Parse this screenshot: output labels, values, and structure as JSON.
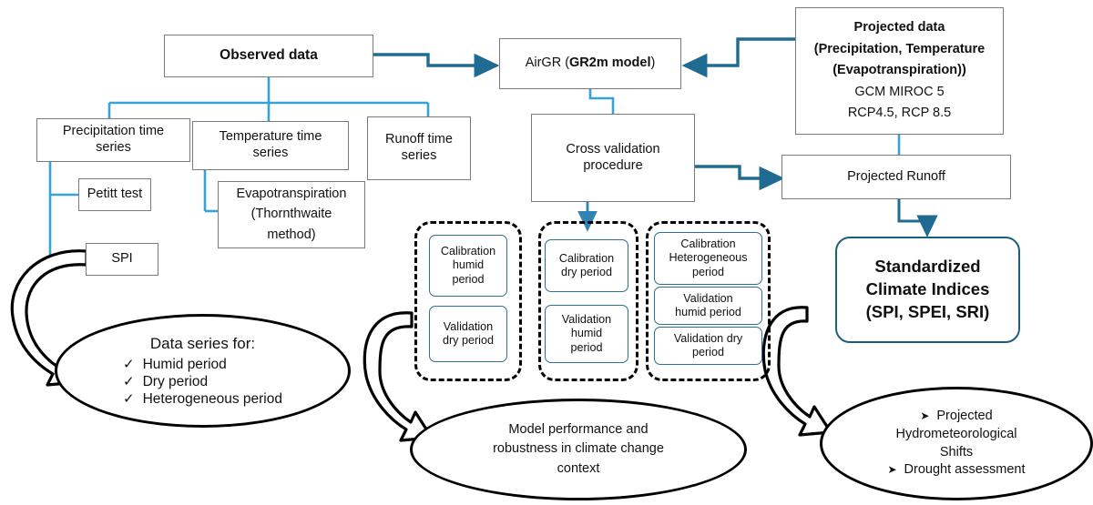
{
  "diagram": {
    "title": "Hydrological modelling and climate change drought assessment flowchart",
    "colors": {
      "light_blue_connector": "#35a2d8",
      "dark_blue_arrow": "#1f6b91",
      "box_border_gray": "#7b7b7b",
      "box_border_blue": "#2b6f91",
      "ellipse_border": "#000000"
    }
  },
  "nodes": {
    "observed_data": {
      "label": "Observed data"
    },
    "airgr": {
      "prefix": "AirGR (",
      "bold": "GR2m model",
      "suffix": ")"
    },
    "projected_data": {
      "line1": "Projected data",
      "line2": "(Precipitation, Temperature",
      "line3": "(Evapotranspiration))",
      "line4": "GCM MIROC 5",
      "line5": "RCP4.5, RCP 8.5"
    },
    "precipitation_series": {
      "line1": "Precipitation time",
      "line2": "series"
    },
    "temperature_series": {
      "line1": "Temperature time",
      "line2": "series"
    },
    "runoff_series": {
      "line1": "Runoff time",
      "line2": "series"
    },
    "petitt_test": {
      "label": "Petitt test"
    },
    "spi": {
      "label": "SPI"
    },
    "evapotranspiration": {
      "line1": "Evapotranspiration",
      "line2": "(Thornthwaite",
      "line3": "method)"
    },
    "cross_validation": {
      "line1": "Cross validation",
      "line2": "procedure"
    },
    "projected_runoff": {
      "label": "Projected Runoff"
    },
    "standardized_indices": {
      "line1": "Standardized",
      "line2": "Climate Indices",
      "line3": "(SPI, SPEI, SRI)"
    }
  },
  "groups": [
    {
      "name": "humid-group",
      "items": [
        {
          "line1": "Calibration",
          "line2": "humid",
          "line3": "period"
        },
        {
          "line1": "Validation",
          "line2": "dry period",
          "line3": ""
        }
      ]
    },
    {
      "name": "dry-group",
      "items": [
        {
          "line1": "Calibration",
          "line2": "dry period",
          "line3": ""
        },
        {
          "line1": "Validation",
          "line2": "humid",
          "line3": "period"
        }
      ]
    },
    {
      "name": "heterogeneous-group",
      "items": [
        {
          "line1": "Calibration",
          "line2": "Heterogeneous",
          "line3": "period"
        },
        {
          "line1": "Validation",
          "line2": "humid period",
          "line3": ""
        },
        {
          "line1": "Validation dry",
          "line2": "period",
          "line3": ""
        }
      ]
    }
  ],
  "outcomes": {
    "data_series": {
      "heading": "Data series for:",
      "bullet_glyph": "✓",
      "items": [
        "Humid period",
        "Dry period",
        "Heterogeneous period"
      ]
    },
    "model_performance": {
      "line1": "Model performance and",
      "line2": "robustness  in climate change",
      "line3": "context"
    },
    "projected_shifts": {
      "bullet_glyph": "➤",
      "item1_line1": "Projected",
      "item1_line2": "Hydrometeorological",
      "item1_line3": "Shifts",
      "item2": "Drought assessment"
    }
  }
}
